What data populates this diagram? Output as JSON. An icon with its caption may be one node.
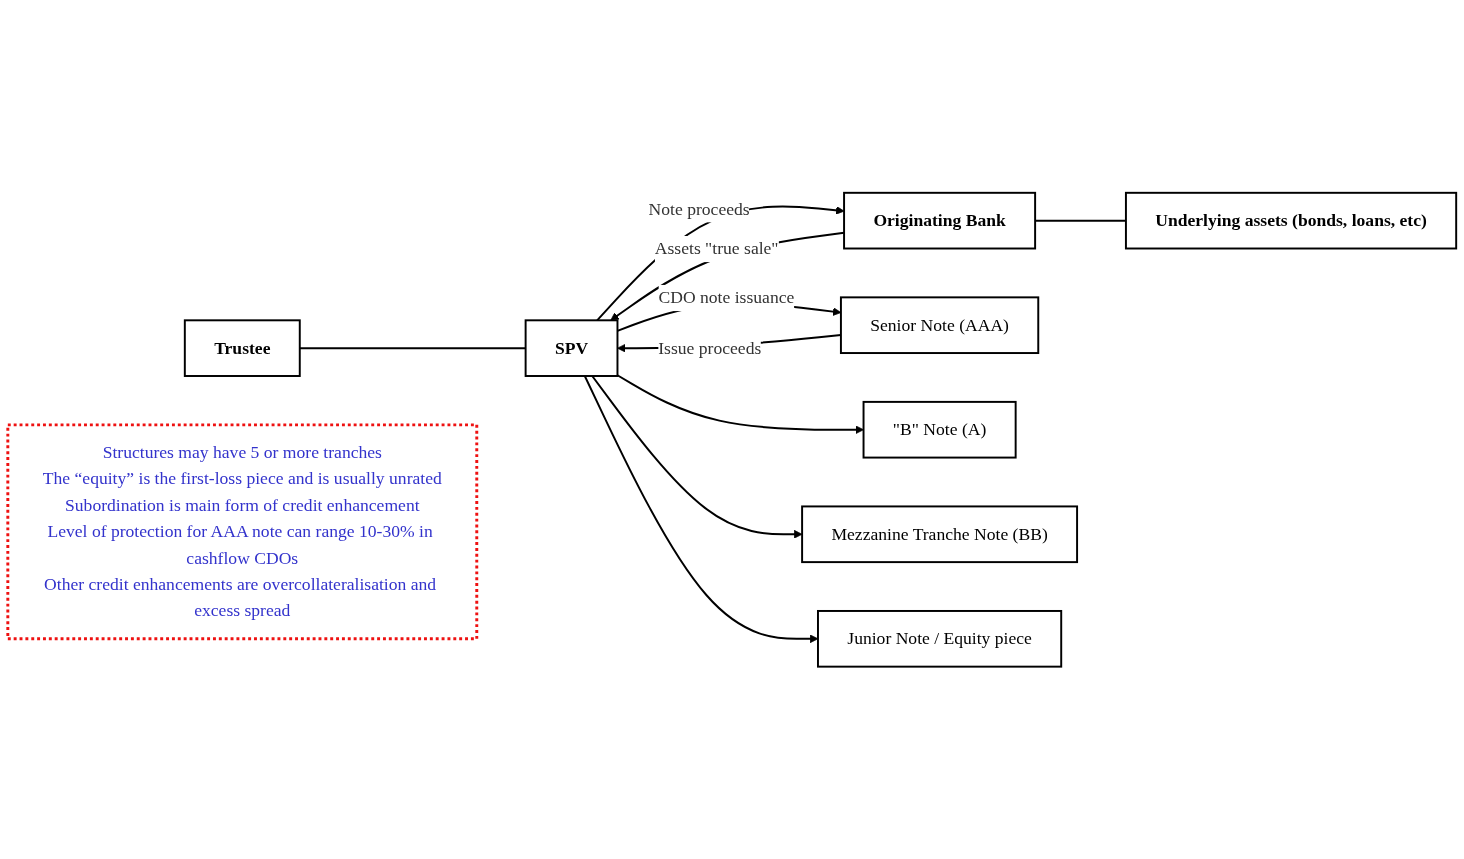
{
  "diagram": {
    "nodes": [
      {
        "text": [
          "Trustee"
        ]
      },
      {
        "text": [
          "Originating Bank"
        ]
      },
      {
        "text": [
          "SPV"
        ]
      },
      {
        "text": [
          "Senior Note (AAA)"
        ]
      },
      {
        "text": [
          "\"B\" Note (A)"
        ]
      },
      {
        "text": [
          "Mezzanine Tranche Note (BB)"
        ]
      },
      {
        "text": [
          "Junior Note / Equity piece"
        ]
      },
      {
        "text": [
          "Underlying assets (bonds, loans, etc)"
        ]
      },
      {
        "text": [
          "Structures may have 5 or more tranches",
          "The “equity” is the first-loss piece and is usually unrated",
          "Subordination is main form of credit enhancement",
          "Level of protection for AAA note can range 10-30% in cashflow CDOs",
          "Other credit enhancements are overcollateralisation and excess spread"
        ]
      }
    ],
    "edges": [
      {
        "from": 0,
        "to": 2,
        "arrow": "none"
      },
      {
        "from": 1,
        "to": 7,
        "arrow": "none"
      },
      {
        "from": 1,
        "to": 2,
        "arrow": "to",
        "label": "Assets \"true sale\""
      },
      {
        "from": 2,
        "to": 1,
        "arrow": "to",
        "label": "Note proceeds"
      },
      {
        "from": 3,
        "to": 2,
        "arrow": "to",
        "label": "Issue proceeds"
      },
      {
        "from": 2,
        "to": 3,
        "arrow": "to",
        "label": "CDO note issuance"
      },
      {
        "from": 2,
        "to": 4,
        "arrow": "to"
      },
      {
        "from": 2,
        "to": 5,
        "arrow": "to"
      },
      {
        "from": 2,
        "to": 6,
        "arrow": "to"
      }
    ]
  }
}
